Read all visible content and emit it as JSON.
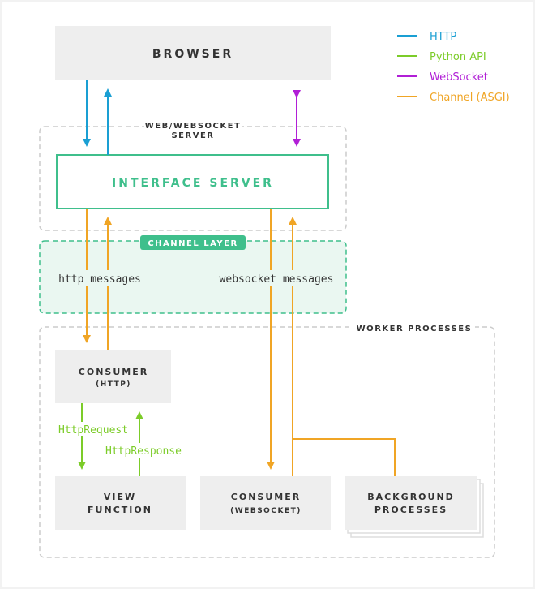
{
  "colors": {
    "http": "#1a9fd3",
    "python_api": "#7ccc29",
    "websocket": "#b11fd6",
    "channel": "#f0a525",
    "interface_green": "#3fbf8c",
    "box_fill": "#eeeeee",
    "dashed": "#cccccc",
    "text_dark": "#333333"
  },
  "legend": [
    {
      "label": "HTTP",
      "color": "#1a9fd3"
    },
    {
      "label": "Python API",
      "color": "#7ccc29"
    },
    {
      "label": "WebSocket",
      "color": "#b11fd6"
    },
    {
      "label": "Channel (ASGI)",
      "color": "#f0a525"
    }
  ],
  "nodes": {
    "browser": "BROWSER",
    "server_region_line1": "WEB/WEBSOCKET",
    "server_region_line2": "SERVER",
    "interface_server": "INTERFACE SERVER",
    "channel_layer": "CHANNEL LAYER",
    "worker_processes": "WORKER PROCESSES",
    "consumer_http_line1": "CONSUMER",
    "consumer_http_line2": "(HTTP)",
    "view_line1": "VIEW",
    "view_line2": "FUNCTION",
    "consumer_ws_line1": "CONSUMER",
    "consumer_ws_line2": "(WEBSOCKET)",
    "background_line1": "BACKGROUND",
    "background_line2": "PROCESSES"
  },
  "edge_labels": {
    "http_messages": "http messages",
    "websocket_messages": "websocket messages",
    "http_request": "HttpRequest",
    "http_response": "HttpResponse"
  }
}
